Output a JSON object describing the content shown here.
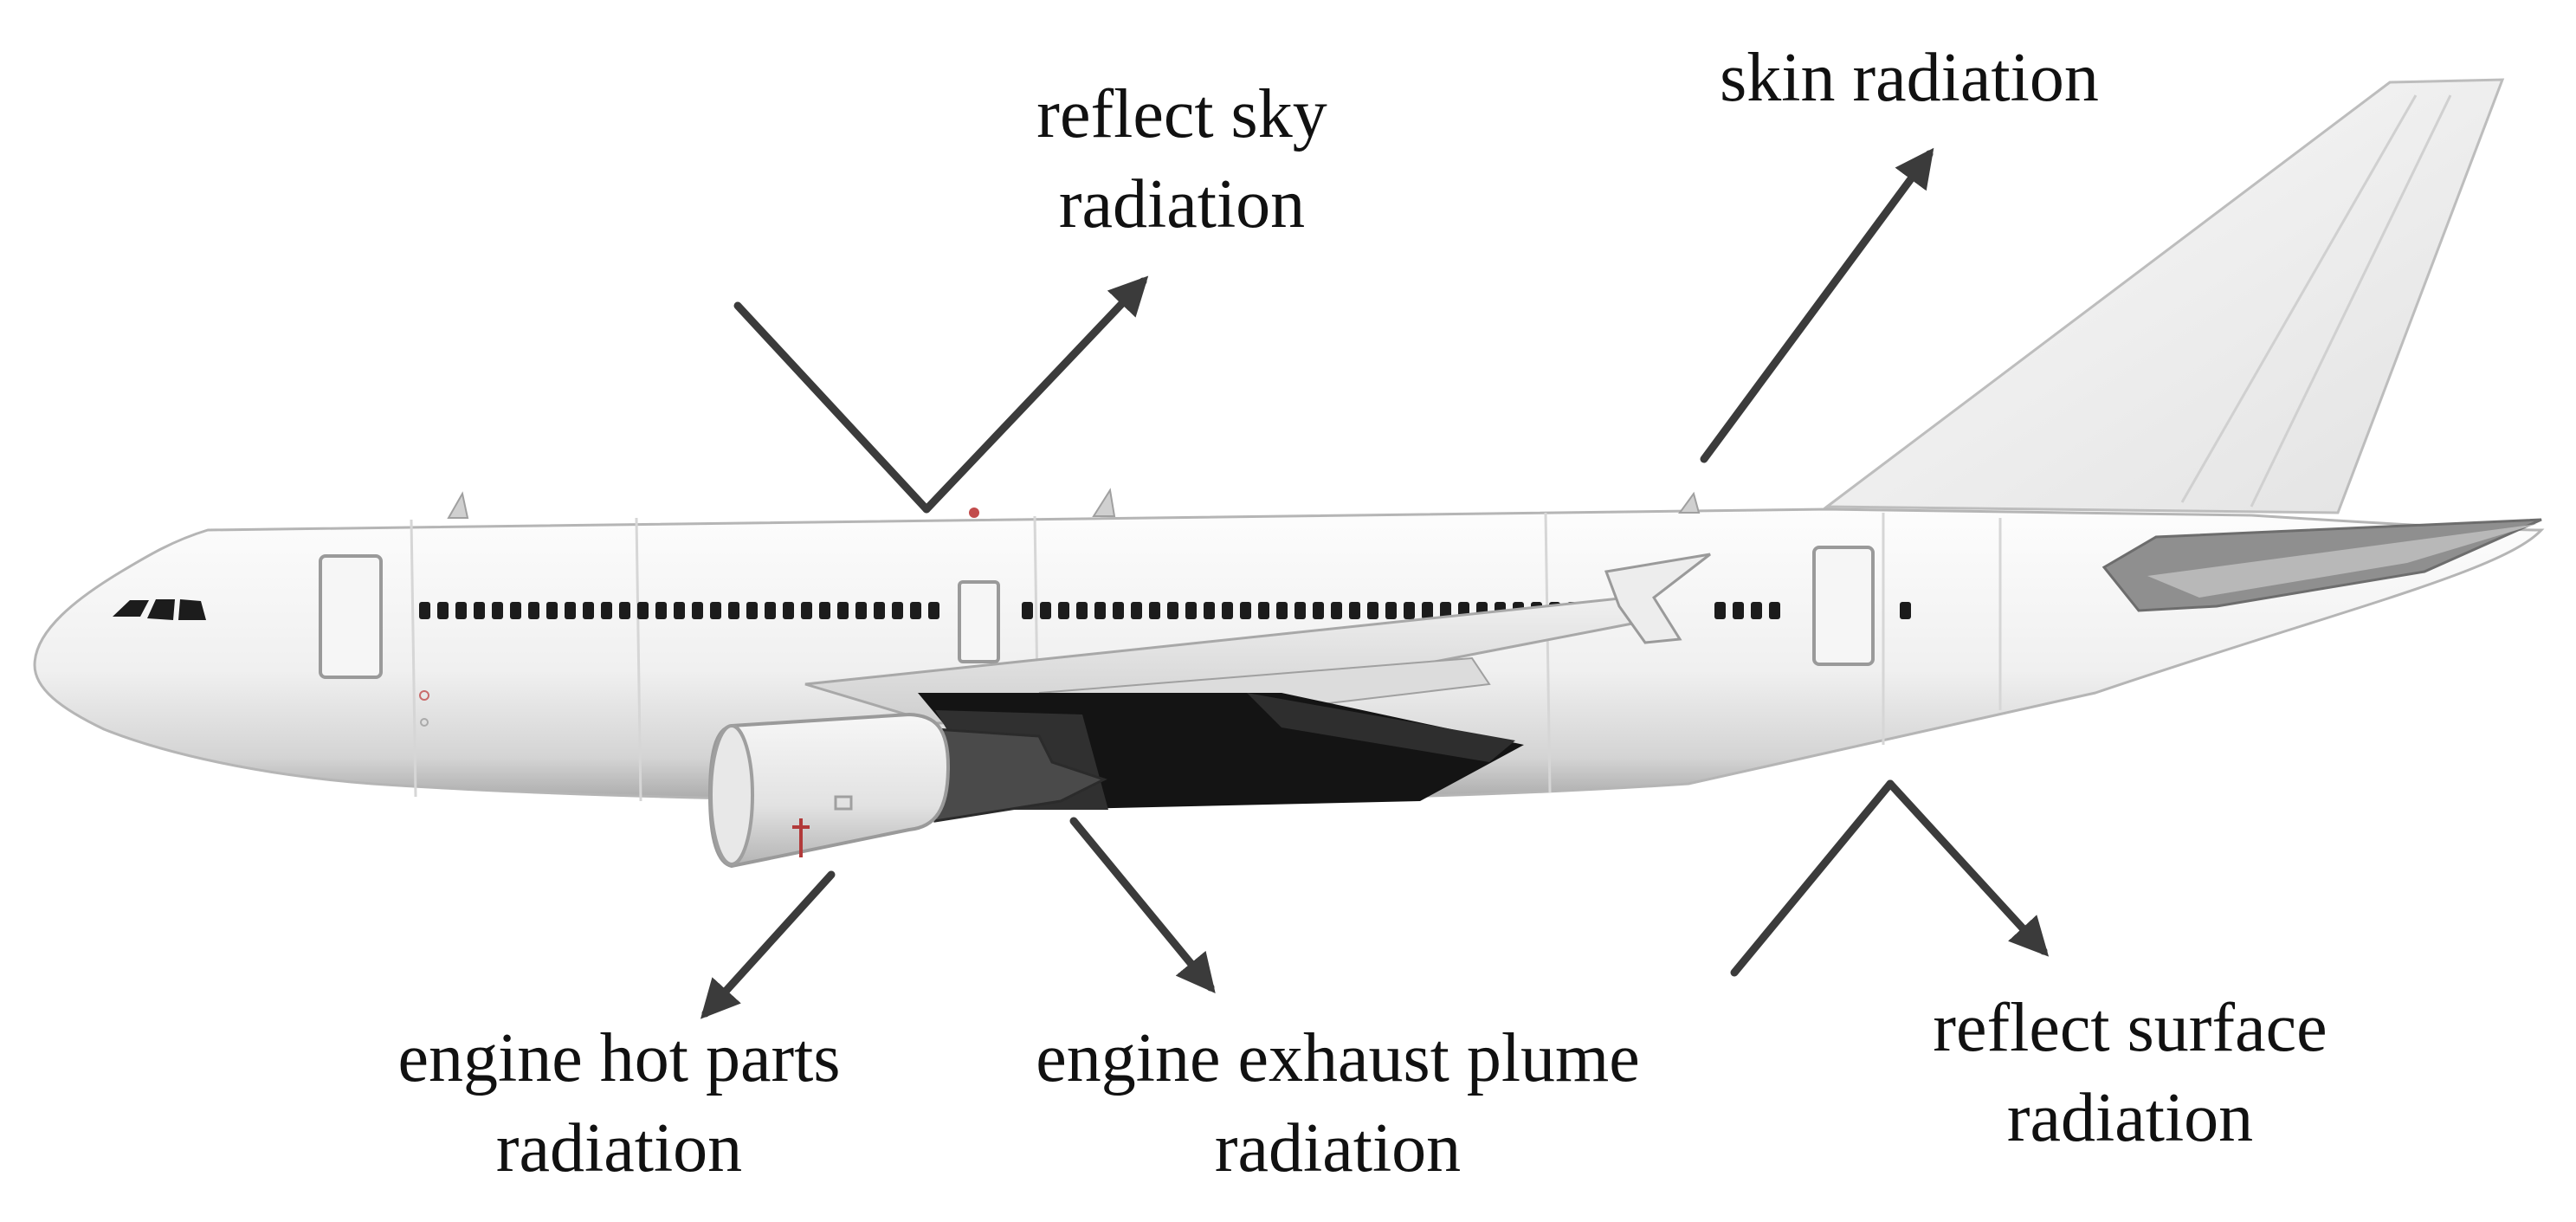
{
  "colors": {
    "arrow": "#3b3b3b",
    "text": "#111111",
    "fuselage": "#f1f1f1",
    "window": "#1c1c1c",
    "shadow": "#141414"
  },
  "labels": {
    "reflect_sky": {
      "line1": "reflect sky",
      "line2": "radiation"
    },
    "skin": {
      "line1": "skin radiation"
    },
    "engine_hot": {
      "line1": "engine hot parts",
      "line2": "radiation"
    },
    "engine_exhaust": {
      "line1": "engine exhaust plume",
      "line2": "radiation"
    },
    "reflect_surface": {
      "line1": "reflect surface",
      "line2": "radiation"
    }
  }
}
